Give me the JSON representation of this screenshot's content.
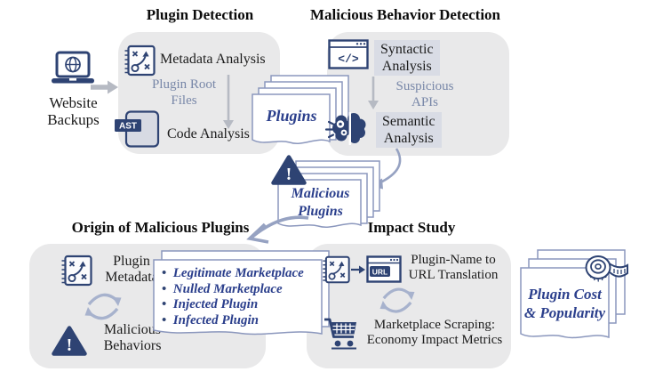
{
  "pipeline": {
    "source": {
      "label": "Website\nBackups"
    },
    "plugin_detection": {
      "title": "Plugin Detection",
      "metadata_step": "Metadata Analysis",
      "edge_label": "Plugin Root\nFiles",
      "code_step": "Code Analysis",
      "ast_badge": "AST"
    },
    "plugins_artifact": {
      "label": "Plugins"
    },
    "behavior_detection": {
      "title": "Malicious Behavior Detection",
      "syntactic_step": "Syntactic\nAnalysis",
      "edge_label": "Suspicious\nAPIs",
      "semantic_step": "Semantic\nAnalysis"
    },
    "malicious_artifact": {
      "label": "Malicious\nPlugins"
    },
    "origin_study": {
      "title": "Origin of Malicious Plugins",
      "input_metadata": "Plugin\nMetadata",
      "input_behaviors": "Malicious\nBehaviors",
      "categories": [
        "Legitimate Marketplace",
        "Nulled Marketplace",
        "Injected Plugin",
        "Infected Plugin"
      ]
    },
    "impact_study": {
      "title": "Impact Study",
      "url_step": "Plugin-Name to\nURL Translation",
      "url_badge": "URL",
      "scrape_step": "Marketplace Scraping:\nEconomy Impact Metrics"
    },
    "cost_artifact": {
      "label": "Plugin Cost\n& Popularity"
    },
    "icons": {
      "laptop-globe-icon": "laptop with globe screen",
      "strategy-plan-icon": "tactics notebook (x, o, arrow)",
      "ast-file-icon": "file with AST badge",
      "code-window-icon": "browser window with </>",
      "brain-gears-icon": "brain with gears",
      "warning-triangle-icon": "exclamation triangle",
      "cycle-arrows-icon": "circular refresh arrows",
      "url-window-icon": "browser window with URL badge",
      "shopping-cart-icon": "shopping cart",
      "measuring-tape-icon": "measuring tape"
    },
    "colors": {
      "navy": "#2e4373",
      "blue_text": "#2b3f8c",
      "muted_bluegray": "#7887a8",
      "panel_bg": "#e9e9ea",
      "highlight_bg": "#d9dce5",
      "paper_border": "#8b97bd",
      "arrow_gray": "#b6bac3",
      "arrow_bluegray": "#96a2c2"
    }
  }
}
